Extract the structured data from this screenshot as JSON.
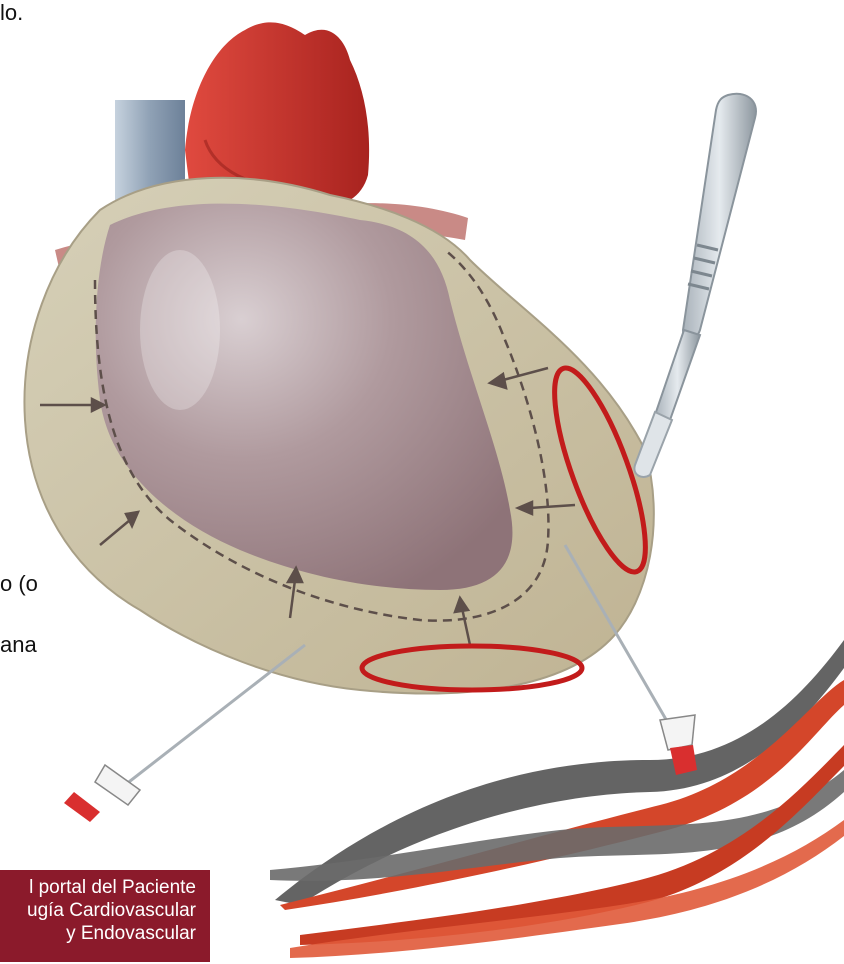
{
  "text_fragments": {
    "top": "lo.",
    "left_middle": "o (o",
    "left_lower": "ana"
  },
  "portal_banner": {
    "line1": "l portal del Paciente",
    "line2": "ugía Cardiovascular",
    "line3": "y Endovascular",
    "background": "#8b1a2b"
  },
  "colors": {
    "pericardium": "#c9bf9d",
    "heart_muscle": "#a58a8f",
    "aorta": "#cc3b34",
    "vena_cava": "#9aa9b9",
    "highlight_ellipse": "#c21b1b",
    "ribbon_grey": "#5c5c5c",
    "ribbon_red": "#d4462a"
  },
  "icons": {
    "scalpel": "scalpel-icon",
    "needle_left": "pericardiocentesis-needle-icon",
    "needle_right": "pericardiocentesis-needle-icon"
  }
}
